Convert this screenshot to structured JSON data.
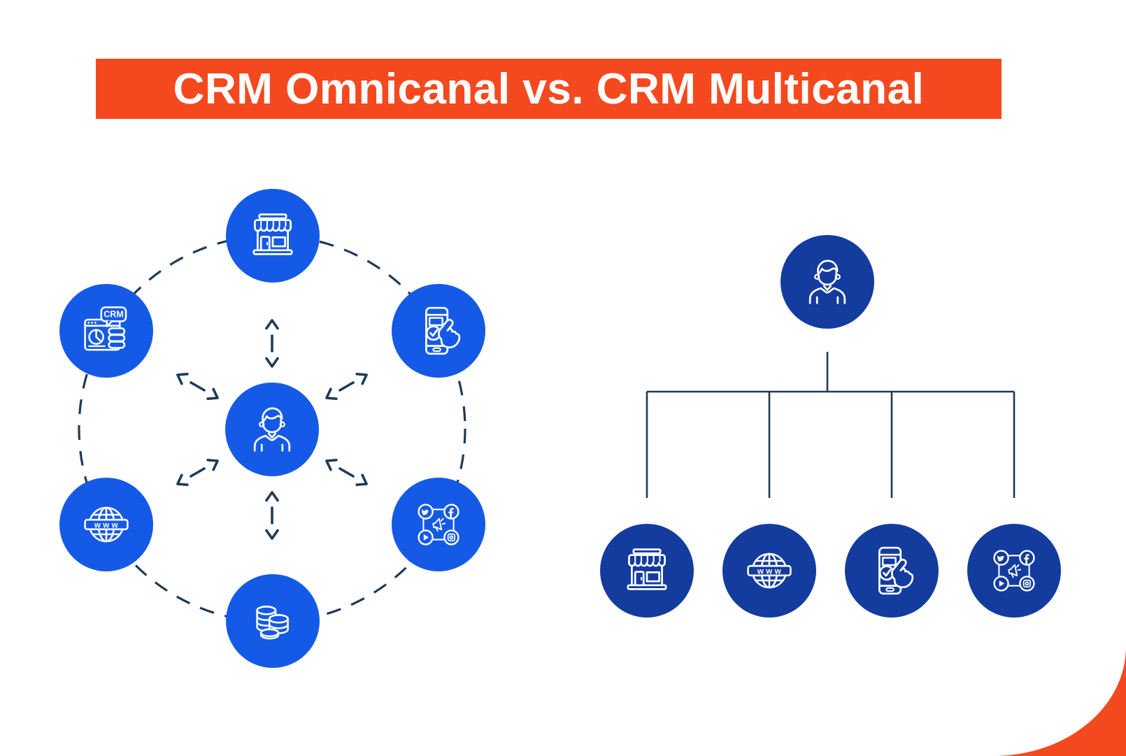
{
  "title": "CRM Omnicanal vs. CRM Multicanal",
  "colors": {
    "accent_orange": "#F4491F",
    "omnicanal_circle_blue": "#155AE6",
    "multicanal_circle_blue": "#143C9E",
    "connector_navy": "#1F3A57",
    "icon_stroke": "#FFFFFF"
  },
  "omnicanal": {
    "center_node": "customer",
    "channel_nodes": [
      "store",
      "crm-browser",
      "mobile-tap",
      "www-globe",
      "social-media",
      "coins"
    ],
    "crm_badge_label": "CRM",
    "globe_label": "www"
  },
  "multicanal": {
    "root_node": "customer",
    "channel_nodes": [
      "store",
      "www-globe",
      "mobile-tap",
      "social-media"
    ],
    "globe_label": "www"
  }
}
